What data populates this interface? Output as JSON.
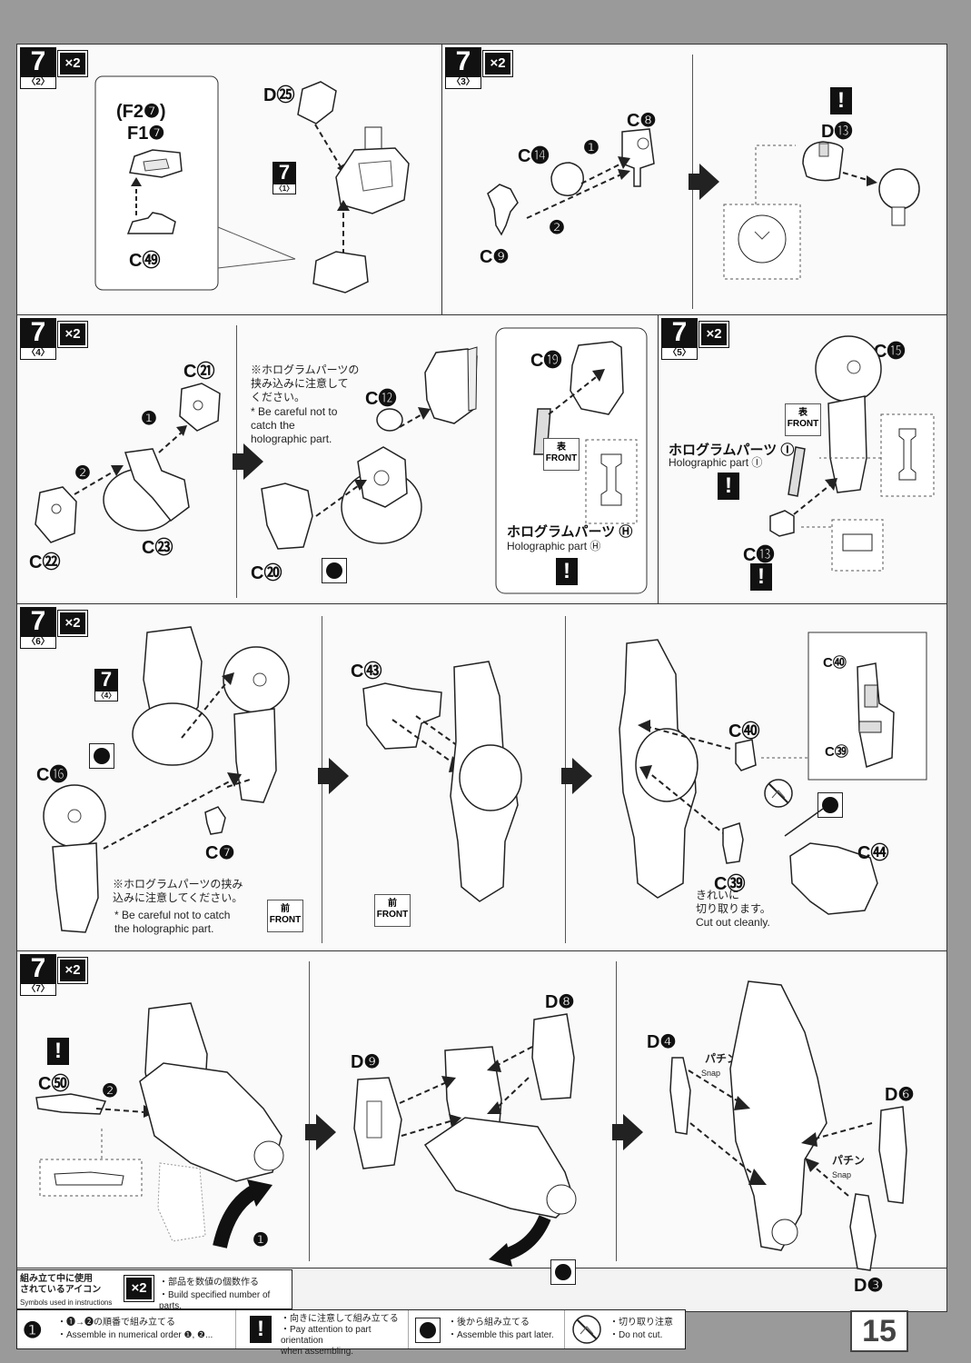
{
  "page_number": "15",
  "panels": {
    "p1": {
      "step": "7",
      "sub": "〈2〉",
      "mult": "×2",
      "labels": {
        "f2": "(F2❼)",
        "f1": "F1❼",
        "c49": "C㊾",
        "d25": "D㉕",
        "ref_step": "7",
        "ref_sub": "〈1〉"
      }
    },
    "p2": {
      "step": "7",
      "sub": "〈3〉",
      "mult": "×2",
      "labels": {
        "c8": "C❽",
        "c14": "C⓮",
        "c9": "C❾",
        "d13": "D⓭",
        "n1": "❶",
        "n2": "❷"
      }
    },
    "p3": {
      "step": "7",
      "sub": "〈4〉",
      "mult": "×2",
      "labels": {
        "c21": "C㉑",
        "c22": "C㉒",
        "c23": "C㉓",
        "c12": "C⓬",
        "c20": "C⑳",
        "c19": "C⓳",
        "n1": "❶",
        "n2": "❷"
      },
      "note_jp": "※ホログラムパーツの\n挟み込みに注意して\nください。",
      "note_en": "* Be careful not to\ncatch the\nholographic part.",
      "holo_jp": "ホログラムパーツ Ⓗ",
      "holo_en": "Holographic part Ⓗ",
      "front_jp": "表",
      "front_en": "FRONT"
    },
    "p4": {
      "step": "7",
      "sub": "〈5〉",
      "mult": "×2",
      "labels": {
        "c15": "C⓯",
        "c13": "C⓭"
      },
      "holo_jp": "ホログラムパーツ Ⓘ",
      "holo_en": "Holographic part Ⓘ",
      "front_jp": "表",
      "front_en": "FRONT"
    },
    "p5": {
      "step": "7",
      "sub": "〈6〉",
      "mult": "×2",
      "labels": {
        "c16": "C⓰",
        "c7": "C❼",
        "c43": "C㊸",
        "c40": "C㊵",
        "c44": "C㊹",
        "c39": "C㊴",
        "inset_c40": "C㊵",
        "inset_c39": "C㊴",
        "ref_step": "7",
        "ref_sub": "〈4〉"
      },
      "note_jp": "※ホログラムパーツの挟み\n込みに注意してください。",
      "note_en": "* Be careful not to catch\nthe holographic part.",
      "cut_jp": "きれいに\n切り取ります。",
      "cut_en": "Cut out cleanly.",
      "front_jp": "前",
      "front_en": "FRONT"
    },
    "p6": {
      "step": "7",
      "sub": "〈7〉",
      "mult": "×2",
      "labels": {
        "c51": "C㊿",
        "d9": "D❾",
        "d8": "D❽",
        "d4": "D❹",
        "d6": "D❻",
        "d3": "D❸",
        "n1": "❶",
        "n2": "❷"
      },
      "snap_jp": "パチン",
      "snap_en": "Snap"
    }
  },
  "legend": {
    "title_jp": "組み立て中に使用\nされているアイコン",
    "title_en": "Symbols used in instructions",
    "items": [
      {
        "icon": "×2",
        "jp": "・部品を数値の個数作る",
        "en": "・Build specified number of parts."
      },
      {
        "icon": "❶",
        "jp": "・❶→❷の順番で組み立てる",
        "en": "・Assemble in numerical order ❶, ❷..."
      },
      {
        "icon": "!",
        "jp": "・向きに注意して組み立てる",
        "en": "・Pay attention to part orientation\nwhen assembling."
      },
      {
        "icon": "dot-circle-icon",
        "jp": "・後から組み立てる",
        "en": "・Assemble this part later."
      },
      {
        "icon": "no-cut-icon",
        "jp": "・切り取り注意",
        "en": "・Do not cut."
      }
    ]
  },
  "colors": {
    "frame": "#333333",
    "paper": "#fafafa",
    "background": "#9a9a9a",
    "ink": "#111111"
  }
}
